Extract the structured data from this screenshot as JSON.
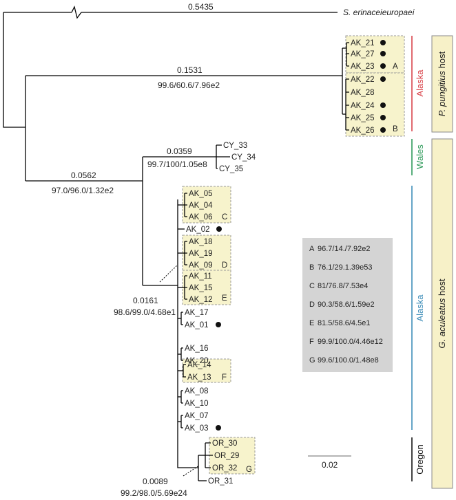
{
  "outgroup": {
    "name": "S. erinaceieuropaei",
    "branch_length": "0.5435"
  },
  "nodes": {
    "pungitius_clade": {
      "length": "0.1531",
      "support": "99.6/60.6/7.96e2"
    },
    "aculeatus_clade": {
      "length": "0.0562",
      "support": "97.0/96.0/1.32e2"
    },
    "wales_clade": {
      "length": "0.0359",
      "support": "99.7/100/1.05e8"
    },
    "alaska_node": {
      "length": "0.0161",
      "support": "98.6/99.0/4.68e1"
    },
    "oregon_node": {
      "length": "0.0089",
      "support": "99.2/98.0/5.69e24"
    }
  },
  "tips": {
    "AK_21": "AK_21",
    "AK_27": "AK_27",
    "AK_23": "AK_23",
    "AK_22": "AK_22",
    "AK_28": "AK_28",
    "AK_24": "AK_24",
    "AK_25": "AK_25",
    "AK_26": "AK_26",
    "CY_33": "CY_33",
    "CY_34": "CY_34",
    "CY_35": "CY_35",
    "AK_05": "AK_05",
    "AK_04": "AK_04",
    "AK_06": "AK_06",
    "AK_02": "AK_02",
    "AK_18": "AK_18",
    "AK_19": "AK_19",
    "AK_09": "AK_09",
    "AK_11": "AK_11",
    "AK_15": "AK_15",
    "AK_12": "AK_12",
    "AK_17": "AK_17",
    "AK_01": "AK_01",
    "AK_16": "AK_16",
    "AK_20": "AK_20",
    "AK_14": "AK_14",
    "AK_13": "AK_13",
    "AK_08": "AK_08",
    "AK_10": "AK_10",
    "AK_07": "AK_07",
    "AK_03": "AK_03",
    "OR_30": "OR_30",
    "OR_29": "OR_29",
    "OR_32": "OR_32",
    "OR_31": "OR_31"
  },
  "clade_letters": {
    "A": "A",
    "B": "B",
    "C": "C",
    "D": "D",
    "E": "E",
    "F": "F",
    "G": "G"
  },
  "regions": {
    "alaska_top": {
      "label": "Alaska",
      "color": "#d9434a"
    },
    "wales": {
      "label": "Wales",
      "color": "#2e9a5a"
    },
    "alaska_bottom": {
      "label": "Alaska",
      "color": "#3d8db8"
    },
    "oregon": {
      "label": "Oregon",
      "color": "#111111"
    }
  },
  "hosts": {
    "pungitius": {
      "species": "P. pungitius",
      "suffix": " host"
    },
    "aculeatus": {
      "species": "G. aculeatus",
      "suffix": " host"
    }
  },
  "legend": [
    {
      "key": "A",
      "value": "96.7/14./7.92e2"
    },
    {
      "key": "B",
      "value": "76.1/29.1.39e53"
    },
    {
      "key": "C",
      "value": "81/76.8/7.53e4"
    },
    {
      "key": "D",
      "value": "90.3/58.6/1.59e2"
    },
    {
      "key": "E",
      "value": "81.5/58.6/4.5e1"
    },
    {
      "key": "F",
      "value": "99.9/100.0/4.46e12"
    },
    {
      "key": "G",
      "value": "99.6/100.0/1.48e8"
    }
  ],
  "scale_bar": {
    "label": "0.02"
  },
  "colors": {
    "box_fill": "#f7f3cc",
    "legend_fill": "#d4d4d4",
    "host_fill": "#f7f1c8"
  }
}
